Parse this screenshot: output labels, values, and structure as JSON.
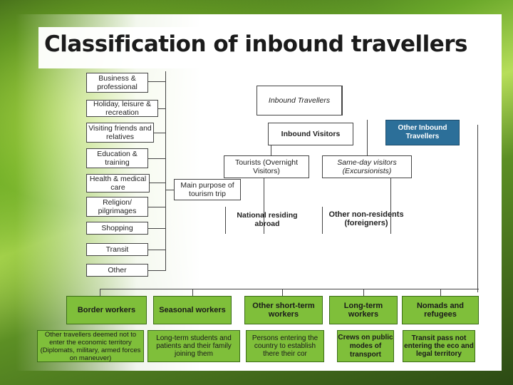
{
  "title": "Classification of inbound travellers",
  "purposes": [
    "Business & professional",
    "Holiday, leisure & recreation",
    "Visiting friends and relatives",
    "Education & training",
    "Health & medical care",
    "Religion/ pilgrimages",
    "Shopping",
    "Transit",
    "Other"
  ],
  "nodes": {
    "inbound_travellers": "Inbound Travellers",
    "inbound_visitors": "Inbound Visitors",
    "other_inbound": "Other Inbound Travellers",
    "tourists": "Tourists (Overnight Visitors)",
    "same_day": "Same-day visitors (Excursionists)",
    "main_purpose": "Main purpose of tourism trip",
    "national_abroad": "National residing abroad",
    "other_non_residents": "Other non-residents (foreigners)"
  },
  "workers": [
    "Border workers",
    "Seasonal workers",
    "Other short-term workers",
    "Long-term workers",
    "Nomads and refugees"
  ],
  "bottom": [
    "Other travellers deemed not to enter the economic territory (Diplomats, military, armed forces on maneuver)",
    "Long-term students and patients and their family joining them",
    "Persons entering the country to establish there their cor",
    "Crews on public modes of transport",
    "Transit pass not entering the eco and legal territory"
  ]
}
